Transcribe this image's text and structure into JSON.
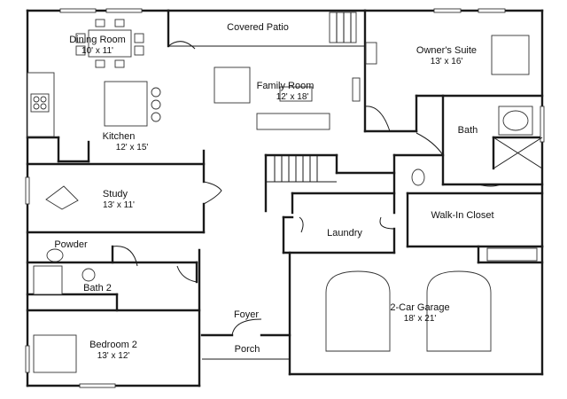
{
  "rooms": {
    "dining": {
      "name": "Dining Room",
      "dim": "10' x 11'"
    },
    "patio": {
      "name": "Covered Patio"
    },
    "owners_suite": {
      "name": "Owner's Suite",
      "dim": "13' x 16'"
    },
    "family": {
      "name": "Family Room",
      "dim": "12' x 18'"
    },
    "kitchen": {
      "name": "Kitchen",
      "dim": "12' x 15'"
    },
    "bath": {
      "name": "Bath"
    },
    "study": {
      "name": "Study",
      "dim": "13' x 11'"
    },
    "walkin": {
      "name": "Walk-In Closet"
    },
    "laundry": {
      "name": "Laundry"
    },
    "powder": {
      "name": "Powder"
    },
    "bath2": {
      "name": "Bath 2"
    },
    "garage": {
      "name": "2-Car Garage",
      "dim": "18' x 21'"
    },
    "foyer": {
      "name": "Foyer"
    },
    "bedroom2": {
      "name": "Bedroom 2",
      "dim": "13' x 12'"
    },
    "porch": {
      "name": "Porch"
    }
  }
}
